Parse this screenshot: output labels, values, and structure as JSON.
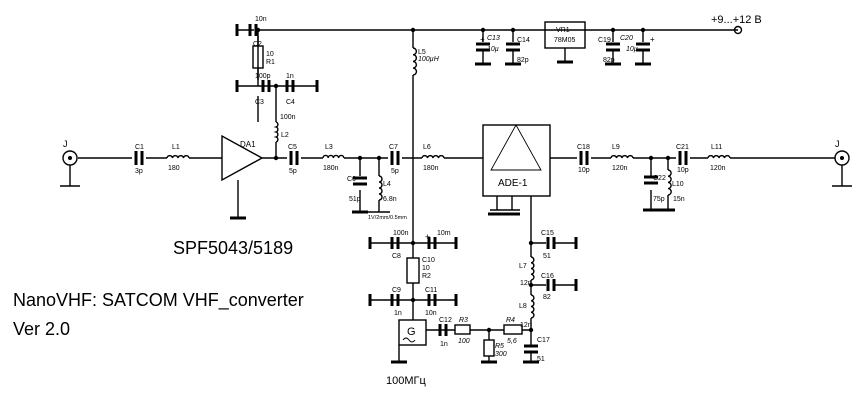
{
  "title_lines": {
    "line1": "NanoVHF: SATCOM VHF_converter",
    "line2": "Ver 2.0"
  },
  "amp_part": "SPF5043/5189",
  "supply": "+9...+12 В",
  "osc_freq": "100МГц",
  "osc_symbol": "G",
  "connector": "J",
  "parts": {
    "c1": "C1",
    "c1v": "3p",
    "l1": "L1",
    "l1v": "180",
    "da1": "DA1",
    "c5": "C5",
    "c5v": "5p",
    "l3": "L3",
    "l3v": "180n",
    "c6": "C6",
    "c6v": "51p",
    "l4": "L4",
    "l4v": "6.8n",
    "l4note": "1V/2mm/0.5mm",
    "c7": "C7",
    "c7v": "5p",
    "l6": "L6",
    "l6v": "180n",
    "mixer": "ADE-1",
    "c18": "C18",
    "c18v": "10p",
    "l9": "L9",
    "l9v": "120n",
    "c22": "C22",
    "c22v": "75p",
    "l10": "L10",
    "l10v": "15n",
    "c21": "C21",
    "c21v": "10p",
    "l11": "L11",
    "l11v": "120n",
    "c2v": "10n",
    "c2": "C2",
    "r1v": "10",
    "r1": "R1",
    "c3v": "100p",
    "c3": "C3",
    "c4v": "1n",
    "c4": "C4",
    "l2v": "100n",
    "l2": "L2",
    "l5": "L5",
    "l5v": "100µH",
    "c13": "C13",
    "c13v": "10µ",
    "c14": "C14",
    "c14v": "82p",
    "vr1": "VR1",
    "vr1v": "78M05",
    "c19": "C19",
    "c19v": "82p",
    "c20": "C20",
    "c20v": "10µ",
    "c8v": "100n",
    "c8": "C8",
    "c10v": "10m",
    "c10": "C10",
    "r2v": "10",
    "r2": "R2",
    "c9": "C9",
    "c9v": "1n",
    "c11": "C11",
    "c11v": "10n",
    "c12": "C12",
    "c12v": "1n",
    "r3": "R3",
    "r3v": "100",
    "r4": "R4",
    "r4v": "5,6",
    "r5": "R5",
    "r5v": "300",
    "c15": "C15",
    "c15v": "51",
    "l7": "L7",
    "l7v": "12n",
    "c16": "C16",
    "c16v": "82",
    "l8": "L8",
    "l8v": "12n",
    "c17": "C17",
    "c17v": "51"
  }
}
